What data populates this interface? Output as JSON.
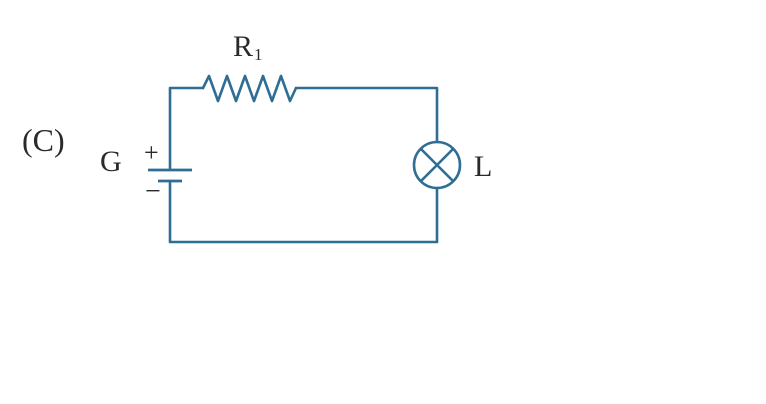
{
  "diagram": {
    "option_label": "(C)",
    "source_label": "G",
    "resistor_label": "R",
    "resistor_subscript": "1",
    "lamp_label": "L",
    "plus_sign": "+",
    "minus_sign": "−",
    "colors": {
      "wire": "#2e6e94",
      "text": "#2a2a2a"
    },
    "components": [
      {
        "kind": "battery",
        "name": "G"
      },
      {
        "kind": "resistor",
        "name": "R1"
      },
      {
        "kind": "lamp",
        "name": "L"
      }
    ]
  }
}
